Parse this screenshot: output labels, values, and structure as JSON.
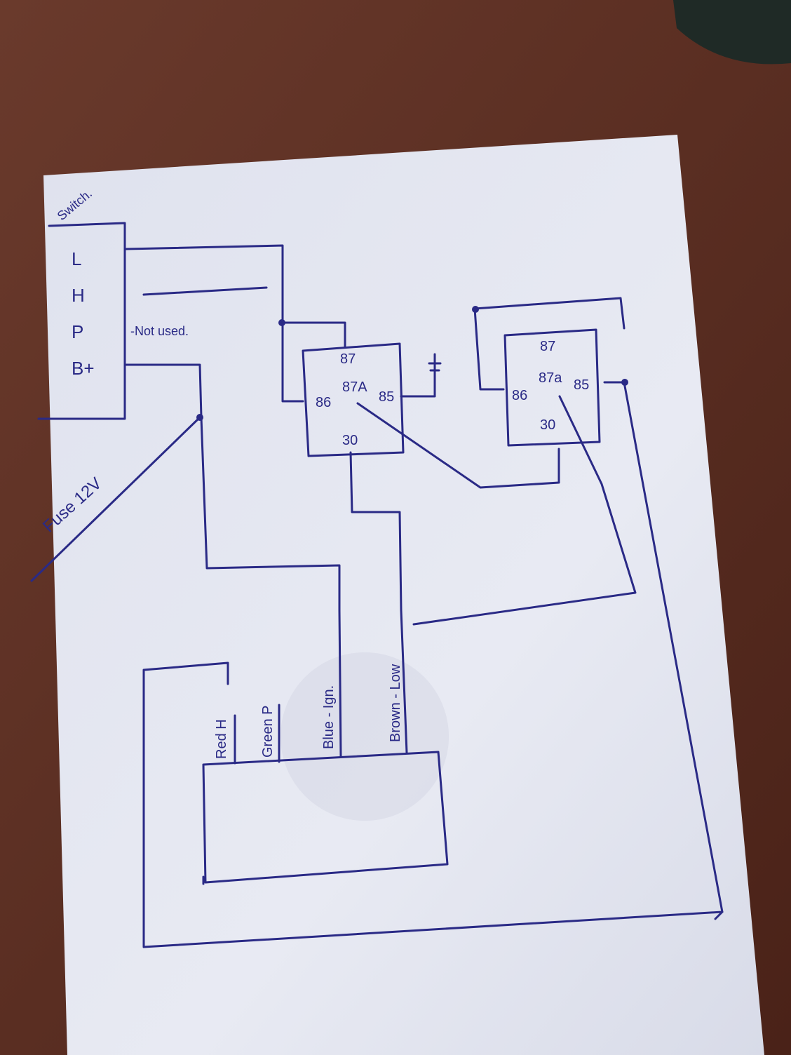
{
  "colors": {
    "ink": "#2a2a86",
    "paper": "#e6e8f2",
    "table": "#5a2e22"
  },
  "switch": {
    "title": "Switch.",
    "terminals": [
      "L",
      "H",
      "P",
      "B+"
    ],
    "note": "-Not used."
  },
  "fuse_label": "Fuse 12V",
  "relay1": {
    "pins": {
      "p87": "87",
      "p87a": "87A",
      "p86": "86",
      "p85": "85",
      "p30": "30"
    }
  },
  "relay2": {
    "pins": {
      "p87": "87",
      "p87a": "87a",
      "p86": "86",
      "p85": "85",
      "p30": "30"
    }
  },
  "connector": {
    "wires": [
      "Red H",
      "Green P",
      "Blue - Ign.",
      "Brown - Low"
    ]
  }
}
